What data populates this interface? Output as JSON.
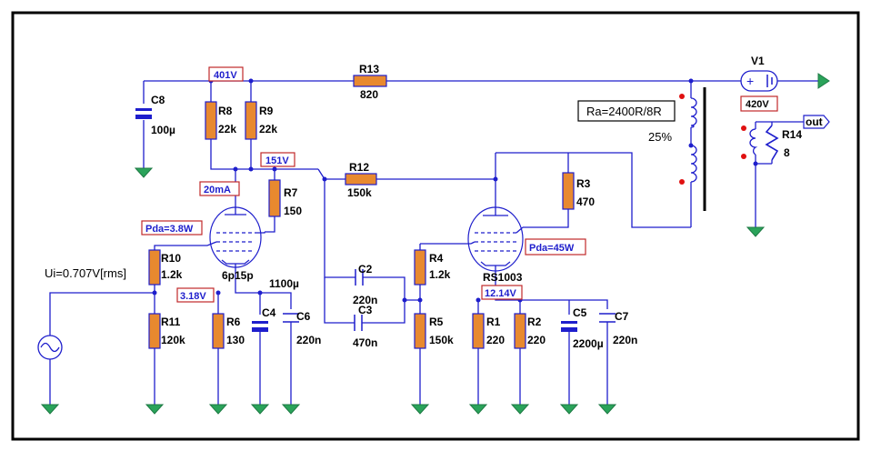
{
  "components": {
    "R13": {
      "ref": "R13",
      "value": "820"
    },
    "R8": {
      "ref": "R8",
      "value": "22k"
    },
    "R9": {
      "ref": "R9",
      "value": "22k"
    },
    "R12": {
      "ref": "R12",
      "value": "150k"
    },
    "R7": {
      "ref": "R7",
      "value": "150"
    },
    "R10": {
      "ref": "R10",
      "value": "1.2k"
    },
    "R11": {
      "ref": "R11",
      "value": "120k"
    },
    "R6": {
      "ref": "R6",
      "value": "130"
    },
    "R4": {
      "ref": "R4",
      "value": "1.2k"
    },
    "R5": {
      "ref": "R5",
      "value": "150k"
    },
    "R3": {
      "ref": "R3",
      "value": "470"
    },
    "R1": {
      "ref": "R1",
      "value": "220"
    },
    "R2": {
      "ref": "R2",
      "value": "220"
    },
    "R14": {
      "ref": "R14",
      "value": "8"
    },
    "C8": {
      "ref": "C8",
      "value": "100µ"
    },
    "C4": {
      "ref": "C4",
      "value": "1100µ"
    },
    "C6": {
      "ref": "C6",
      "value": "220n"
    },
    "C2": {
      "ref": "C2",
      "value": "220n"
    },
    "C3": {
      "ref": "C3",
      "value": "470n"
    },
    "C5": {
      "ref": "C5",
      "value": "2200µ"
    },
    "C7": {
      "ref": "C7",
      "value": "220n"
    },
    "V1": {
      "ref": "V1",
      "value": "420V"
    },
    "tube1": {
      "value": "6p15p"
    },
    "tube2": {
      "value": "RS1003"
    }
  },
  "annotations": {
    "node_401V": "401V",
    "node_151V": "151V",
    "current_20mA": "20mA",
    "pda1": "Pda=3.8W",
    "cathode1": "3.18V",
    "pda2": "Pda=45W",
    "cathode2": "12.14V",
    "ra": "Ra=2400R/8R",
    "tap": "25%",
    "ui": "Ui=0.707V[rms]",
    "out": "out"
  },
  "colors": {
    "wire": "#1e1ecc",
    "resistor": "#e8892f",
    "ground": "#2aa35a",
    "tag_border": "#c0282a",
    "phase_dot": "#e01010"
  }
}
